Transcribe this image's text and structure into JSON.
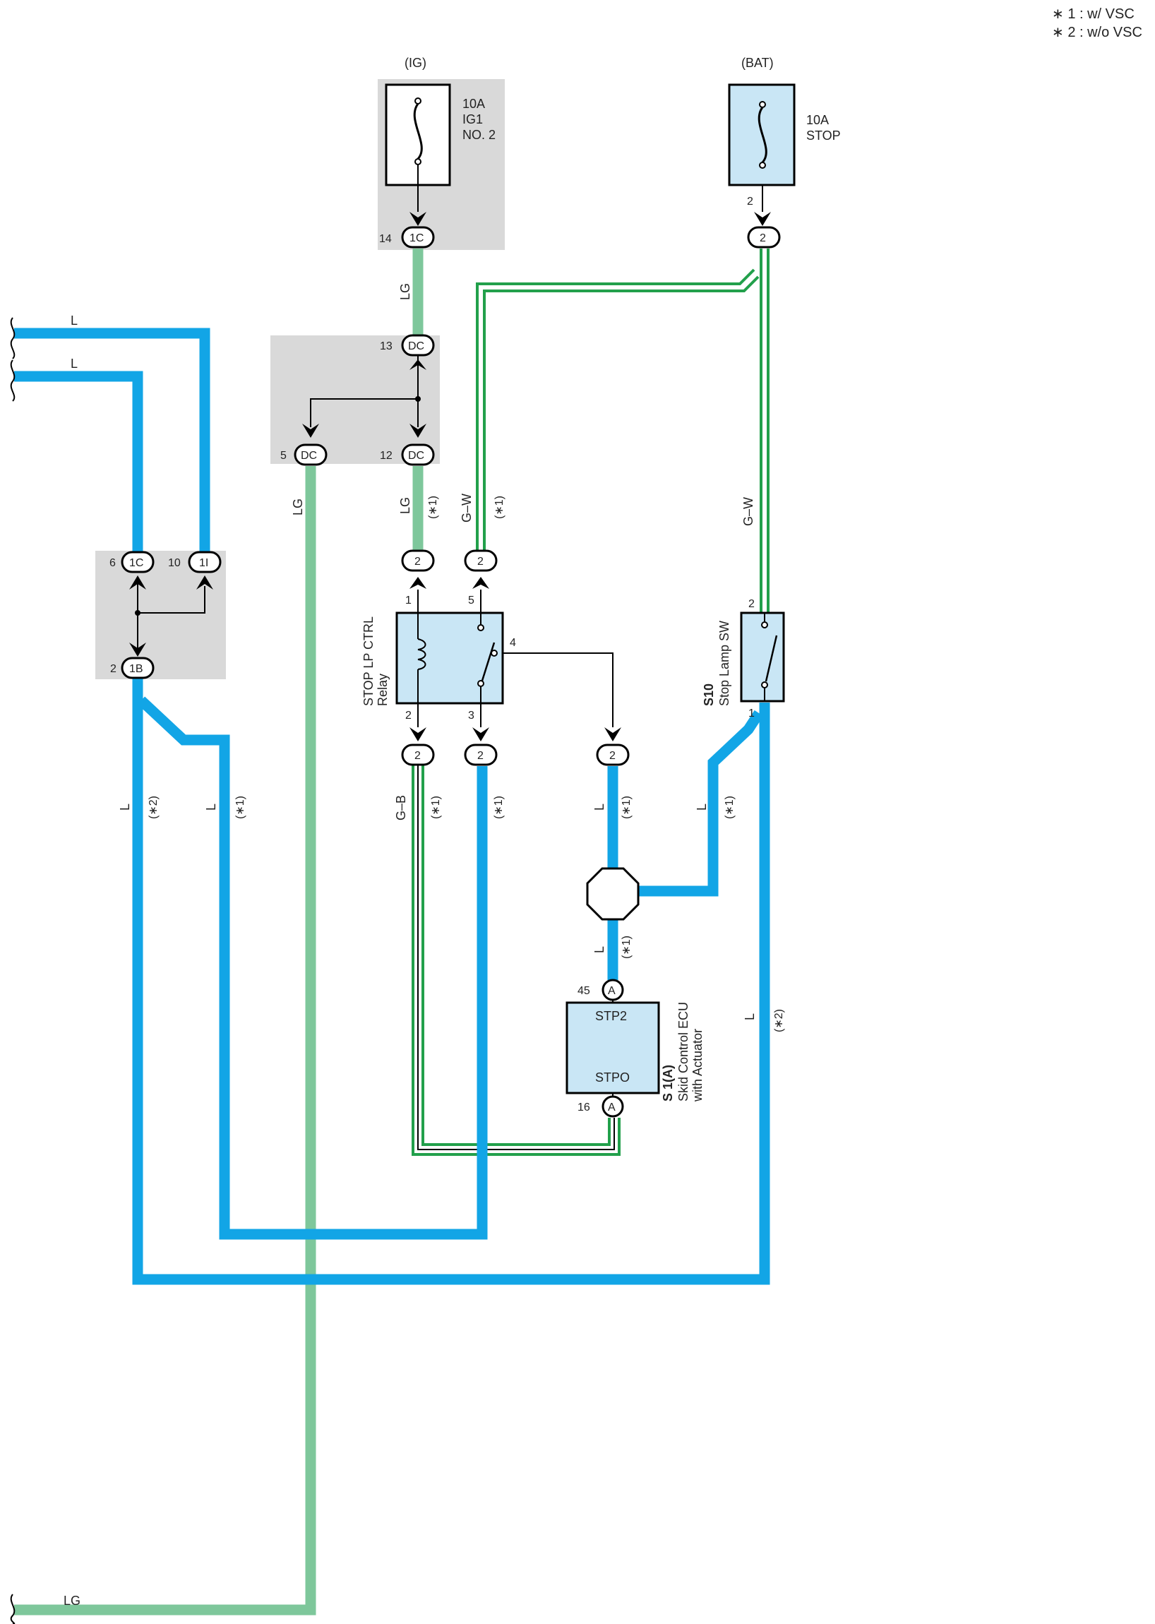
{
  "notes": {
    "line1": "∗ 1 : w/ VSC",
    "line2": "∗ 2 : w/o VSC"
  },
  "sources": {
    "ig": "(IG)",
    "bat": "(BAT)"
  },
  "fuses": {
    "ig1": {
      "amp": "10A",
      "name1": "IG1",
      "name2": "NO. 2",
      "conn_pin": "14",
      "conn": "1C"
    },
    "stop": {
      "amp": "10A",
      "name1": "STOP",
      "conn_pin": "2",
      "conn_pin_top": "2",
      "conn": "2"
    }
  },
  "junction_dc": {
    "pin13": "13",
    "pin12": "12",
    "pin5": "5",
    "conn": "DC"
  },
  "junction_1": {
    "pin6": "6",
    "conn6": "1C",
    "pin10": "10",
    "conn10": "1I",
    "pin2": "2",
    "conn2": "1B"
  },
  "relay": {
    "name1": "STOP LP CTRL",
    "name2": "Relay",
    "p1": "1",
    "p5": "5",
    "p4": "4",
    "p2": "2",
    "p3": "3",
    "conn_label": "2"
  },
  "stop_switch": {
    "code": "S10",
    "name": "Stop Lamp SW",
    "p2": "2",
    "p1": "1"
  },
  "ecu": {
    "code": "S 1(A)",
    "name1": "Skid Control ECU",
    "name2": "with Actuator",
    "top_pin": "45",
    "bot_pin": "16",
    "conn": "A",
    "term_top": "STP2",
    "term_bot": "STPO"
  },
  "wires": {
    "L": "L",
    "LG": "LG",
    "G_W": "G–W",
    "G_B": "G–B",
    "star1": "(∗1)",
    "star2": "(∗2)"
  },
  "colors": {
    "blue": "#12a5e6",
    "green_light": "#7ec79b",
    "green_dark": "#22a04b",
    "box_gray": "#d9d9d9",
    "comp_fill": "#c9e6f5"
  }
}
